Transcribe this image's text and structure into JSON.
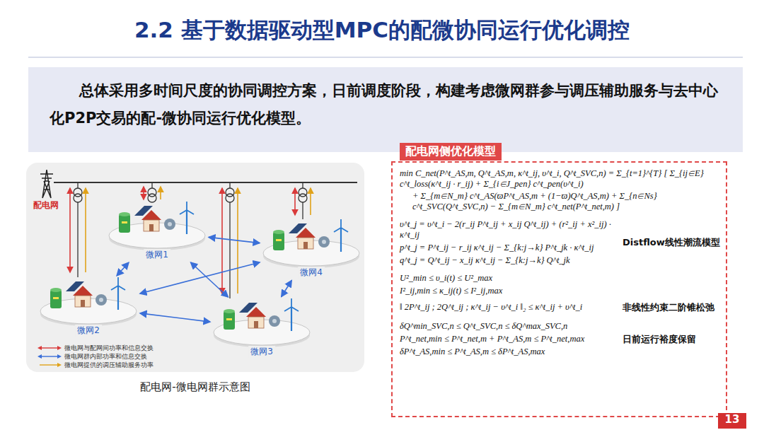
{
  "diagram": {
    "title": "2.2 基于数据驱动型MPC的配微协同运行优化调控",
    "caption": "配电网-微电网群示意图",
    "nodes": [
      {
        "text": [
          "总体采用多时间尺度的协同调控方案，日前调度阶段，构建考虑微网群参与调压辅助服务与去中心化P2P交易的配-微协同运行优化模型。"
        ]
      },
      {
        "text": [
          "配电网"
        ]
      },
      {
        "text": [
          "微网1"
        ],
        "in": 1
      },
      {
        "text": [
          "微网2"
        ],
        "in": 1
      },
      {
        "text": [
          "微网3"
        ],
        "in": 1
      },
      {
        "text": [
          "微网4"
        ],
        "in": 1
      },
      {
        "text": [
          "配电网侧优化模型"
        ]
      }
    ],
    "edges": [
      {
        "from": 2,
        "to": 3,
        "arrow": "both"
      },
      {
        "from": 2,
        "to": 5,
        "arrow": "both"
      },
      {
        "from": 2,
        "to": 4,
        "arrow": "both"
      },
      {
        "from": 3,
        "to": 4,
        "arrow": "both"
      },
      {
        "from": 3,
        "to": 5,
        "arrow": "both"
      },
      {
        "from": 4,
        "to": 5,
        "arrow": "both"
      }
    ],
    "labels": [
      "min C_net(P^t_AS,m, Q^t_AS,m, κ^t_ij, υ^t_i, Q^t_SVC,n) = Σ_{t=1}^{T} [ Σ_{ij∈E} c^t_loss(κ^t_ij · r_ij) + Σ_{i∈J_pen} c^t_pen(υ^t_i)",
      "+ Σ_{m∈N_m} c^t_AS(ϖP^t_AS,m + (1−ϖ)Q^t_AS,m) + Σ_{n∈Ns} c^t_SVC(Q^t_SVC,n) − Σ_{m∈N_m} c^t_net(P^t_net,m) ]",
      "υ^t_j = υ^t_i − 2(r_ij P^t_ij + x_ij Q^t_ij) + (r²_ij + x²_ij) · κ^t_ij",
      "p^t_j = P^t_ij − r_ij κ^t_ij − Σ_{k:j→k} P^t_jk · κ^t_ij",
      "q^t_j = Q^t_ij − x_ij κ^t_ij − Σ_{k:j→k} Q^t_jk",
      "U²_min ≤ υ_i(t) ≤ U²_max",
      "I²_ij,min ≤ κ_ij(t) ≤ I²_ij,max",
      "‖ 2P^t_ij ; 2Q^t_ij ; κ^t_ij − υ^t_i ‖₂ ≤ κ^t_ij + υ^t_i",
      "δQ^min_SVC,n ≤ Q^t_SVC,n ≤ δQ^max_SVC,n",
      "P^t_net,min ≤ P^t_net,m + P^t_AS,m ≤ P^t_net,max",
      "δP^t_AS,min ≤ P^t_AS,m ≤ δP^t_AS,max",
      "Distflow线性潮流模型",
      "非线性约束二阶锥松弛",
      "日前运行裕度保留",
      "13"
    ],
    "legend": [
      {
        "text": "微电网与配网间功率和信息交换"
      },
      {
        "text": "微电网群内部功率和信息交换"
      },
      {
        "text": "微电网提供的调压辅助服务功率"
      }
    ]
  }
}
